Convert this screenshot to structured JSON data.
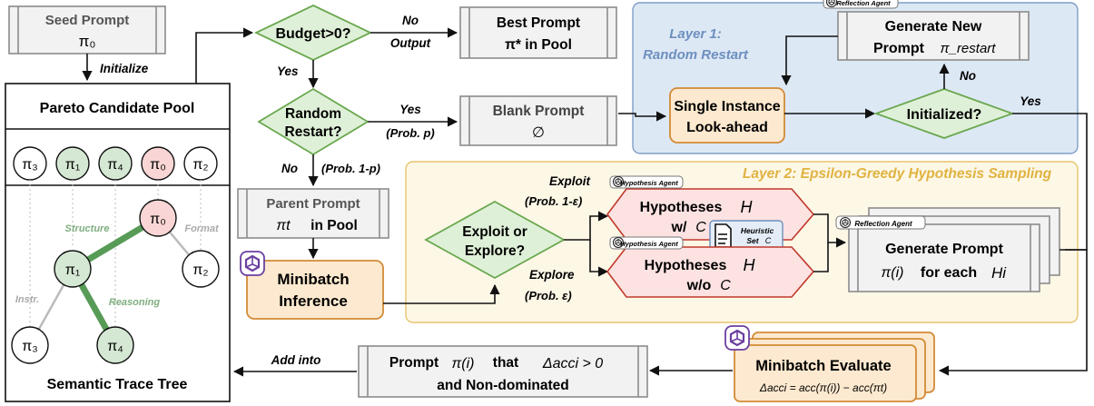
{
  "seed_prompt": {
    "title": "Seed Prompt",
    "symbol": "π₀"
  },
  "initialize_label": "Initialize",
  "pool": {
    "title": "Pareto Candidate Pool",
    "circles": [
      {
        "label": "π₃",
        "status": "neutral"
      },
      {
        "label": "π₁",
        "status": "selected"
      },
      {
        "label": "π₄",
        "status": "selected"
      },
      {
        "label": "π₀",
        "status": "root"
      },
      {
        "label": "π₂",
        "status": "neutral"
      }
    ],
    "tree_title": "Semantic Trace Tree",
    "tree_nodes": [
      "π₀",
      "π₁",
      "π₂",
      "π₃",
      "π₄"
    ],
    "edge_labels": {
      "structure": "Structure",
      "format": "Format",
      "instr": "Instr.",
      "reasoning": "Reasoning"
    }
  },
  "budget": {
    "text": "Budget>0?",
    "no_label": "No",
    "output_label": "Output",
    "yes_label": "Yes"
  },
  "best_prompt": {
    "line1": "Best Prompt",
    "line2": "π* in Pool"
  },
  "random_restart_decision": {
    "line1": "Random",
    "line2": "Restart?",
    "yes_label": "Yes",
    "yes_prob": "(Prob. p)",
    "no_label": "No",
    "no_prob": "(Prob. 1-p)"
  },
  "blank_prompt": {
    "line1": "Blank Prompt",
    "line2": "∅"
  },
  "layer1": {
    "title_line1": "Layer 1:",
    "title_line2": "Random Restart",
    "generate_new": {
      "line1": "Generate New",
      "line2": "Prompt",
      "symbol": "π_restart"
    },
    "single_instance": {
      "line1": "Single Instance",
      "line2": "Look-ahead"
    },
    "initialized": {
      "text": "Initialized?",
      "no_label": "No",
      "yes_label": "Yes"
    },
    "reflection_agent": "Reflection Agent"
  },
  "parent_prompt": {
    "line1": "Parent Prompt",
    "line2": "in Pool",
    "symbol": "πt"
  },
  "minibatch_inference": {
    "line1": "Minibatch",
    "line2": "Inference"
  },
  "layer2": {
    "title": "Layer 2: Epsilon-Greedy Hypothesis Sampling",
    "exploit_explore": {
      "line1": "Exploit or",
      "line2": "Explore?"
    },
    "exploit_label": "Exploit",
    "exploit_prob": "(Prob. 1-ε)",
    "explore_label": "Explore",
    "explore_prob": "(Prob. ε)",
    "hypothesis_agent": "Hypothesis Agent",
    "hyp_with": {
      "line1": "Hypotheses",
      "symbol": "H",
      "line2": "w/",
      "set": "C"
    },
    "hyp_without": {
      "line1": "Hypotheses",
      "symbol": "H",
      "line2": "w/o",
      "set": "C"
    },
    "heuristic_set": {
      "line1": "Heuristic",
      "line2": "Set",
      "set": "C"
    },
    "reflection_agent": "Reflection Agent",
    "generate_prompt": {
      "line1": "Generate Prompt",
      "symbol": "π(i)",
      "line2": "for each",
      "hsym": "Hi"
    }
  },
  "minibatch_evaluate": {
    "title": "Minibatch Evaluate",
    "formula": "Δacci = acc(π(i)) − acc(πt)"
  },
  "final_prompt": {
    "line1_pre": "Prompt",
    "line1_sym": "π(i)",
    "line1_mid": "that",
    "line1_cond": "Δacci > 0",
    "line2": "and Non-dominated"
  },
  "add_into_label": "Add into",
  "colors": {
    "decision_fill": "#dff0d8",
    "orange_fill": "#fde9cf",
    "layer1_fill": "#dde8f5",
    "layer2_fill": "#fdf7e6",
    "hypothesis_fill": "#fde2e2",
    "root_node": "#f9d6d5",
    "selected_node": "#d5e8d4"
  },
  "icons": [
    "openai-icon",
    "qwen-icon",
    "document-icon",
    "arrow-icon"
  ]
}
